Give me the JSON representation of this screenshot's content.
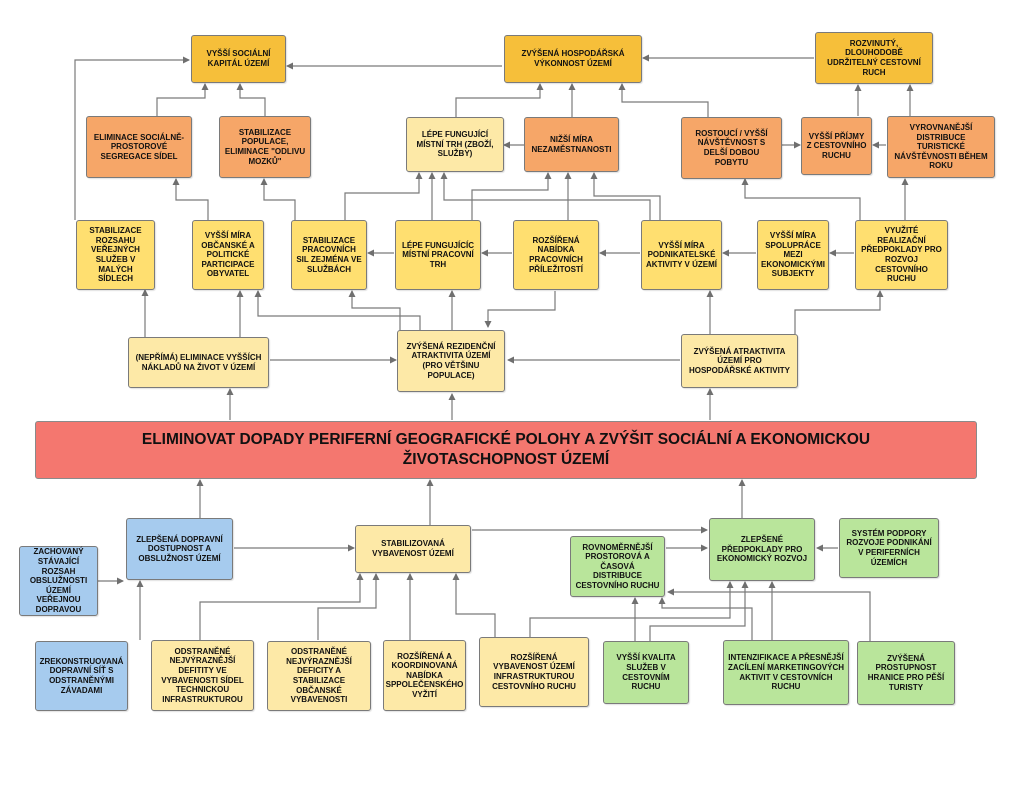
{
  "goal": "ELIMINOVAT DOPADY PERIFERNÍ GEOGRAFICKÉ POLOHY A ZVÝŠIT SOCIÁLNÍ A EKONOMICKOU ŽIVOTASCHOPNOST ÚZEMÍ",
  "top": {
    "social_capital": "VYŠŠÍ SOCIÁLNÍ KAPITÁL ÚZEMÍ",
    "economic_performance": "ZVÝŠENÁ HOSPODÁŘSKÁ VÝKONNOST ÚZEMÍ",
    "tourism_sustainable": "ROZVINUTÝ, DLOUHODOBĚ UDRŽITELNÝ CESTOVNÍ RUCH"
  },
  "second_row": {
    "segregation": "ELIMINACE SOCIÁLNĚ-PROSTOROVÉ SEGREGACE SÍDEL",
    "population": "STABILIZACE POPULACE, ELIMINACE \"ODLIVU MOZKŮ\"",
    "market": "LÉPE FUNGUJÍCÍ MÍSTNÍ TRH (ZBOŽÍ, SLUŽBY)",
    "unemployment": "NIŽŠÍ MÍRA NEZAMĚSTNANOSTI",
    "stay_length": "ROSTOUCÍ / VYŠŠÍ NÁVŠTĚVNOST S DELŠÍ DOBOU POBYTU",
    "tourism_income": "VYŠŠÍ PŘÍJMY Z CESTOVNÍHO RUCHU",
    "seasonality": "VYROVNANĚJŠÍ DISTRIBUCE TURISTICKÉ NÁVŠTĚVNOSTI BĚHEM ROKU"
  },
  "third_row": {
    "public_services": "STABILIZACE ROZSAHU VEŘEJNÝCH SLUŽEB V MALÝCH SÍDLECH",
    "civic": "VYŠŠÍ MÍRA OBČANSKÉ A POLITICKÉ PARTICIPACE OBYVATEL",
    "workforce": "STABILIZACE PRACOVNÍCH SIL ZEJMÉNA VE SLUŽBÁCH",
    "labour_market": "LÉPE FUNGUJÍCÍC MÍSTNÍ PRACOVNÍ TRH",
    "job_offer": "ROZŠÍŘENÁ NABÍDKA PRACOVNÍCH PŘÍLEŽITOSTÍ",
    "entrepreneurship": "VYŠŠÍ MÍRA PODNIKATELSKÉ AKTIVITY V ÚZEMÍ",
    "cooperation": "VYŠŠÍ MÍRA SPOLUPRÁCE MEZI EKONOMICKÝMI SUBJEKTY",
    "tourism_preconditions": "VYUŽITÉ REALIZAČNÍ PŘEDPOKLADY PRO ROZVOJ CESTOVNÍHO RUCHU"
  },
  "fourth_row": {
    "living_costs": "(NEPŘÍMÁ) ELIMINACE VYŠŠÍCH NÁKLADŮ NA ŽIVOT V ÚZEMÍ",
    "residential": "ZVÝŠENÁ REZIDENČNÍ ATRAKTIVITA ÚZEMÍ (PRO VĚTŠINU POPULACE)",
    "business_attractiveness": "ZVÝŠENÁ ATRAKTIVITA ÚZEMÍ PRO HOSPODÁŘSKÉ AKTIVITY"
  },
  "lower": {
    "transport_access": "ZLEPŠENÁ DOPRAVNÍ DOSTUPNOST A OBSLUŽNOST ÚZEMÍ",
    "amenities": "STABILIZOVANÁ VYBAVENOST ÚZEMÍ",
    "tourism_distribution": "ROVNOMĚRNĚJŠÍ PROSTOROVÁ A ČASOVÁ DISTRIBUCE CESTOVNÍHO RUCHU",
    "economic_preconditions": "ZLEPŠENÉ PŘEDPOKLADY PRO EKONOMICKÝ ROZVOJ",
    "business_support": "SYSTÉM PODPORY ROZVOJE PODNIKÁNÍ V PERIFERNÍCH ÚZEMÍCH",
    "public_transport": "ZACHOVANÝ STÁVAJÍCÍ ROZSAH OBSLUŽNOSTI ÚZEMÍ VEŘEJNOU DOPRAVOU"
  },
  "bottom": {
    "road_network": "ZREKONSTRUOVANÁ DOPRAVNÍ SÍŤ S ODSTRANĚNÝMI ZÁVADAMI",
    "tech_infrastructure": "ODSTRANĚNÉ NEJVÝRAZNĚJŠÍ DEFITITY VE VYBAVENOSTI SÍDEL TECHNICKOU INFRASTRUKTUROU",
    "civic_amenities": "ODSTRANĚNÉ NEJVÝRAZNĚJŠÍ DEFICITY A STABILIZACE OBČANSKÉ VYBAVENOSTI",
    "social_life": "ROZŠÍŘENÁ A KOORDINOVANÁ NABÍDKA SPPOLEČENSKÉHO VYŽITÍ",
    "tourism_infrastructure": "ROZŠÍŘENÁ VYBAVENOST ÚZEMÍ INFRASTRUKTUROU CESTOVNÍHO RUCHU",
    "tourism_services": "VYŠŠÍ KVALITA SLUŽEB V CESTOVNÍM RUCHU",
    "marketing": "INTENZIFIKACE A PŘESNĚJŠÍ ZACÍLENÍ MARKETINGOVÝCH AKTIVIT V CESTOVNÍCH RUCHU",
    "border_crossing": "ZVÝŠENÁ PROSTUPNOST HRANICE PRO PĚŠÍ TURISTY"
  },
  "colors": {
    "goal": "#f4776f",
    "top_outcomes": "#f6bf3a",
    "second_row": "#f6a668",
    "third_row": "#ffdf70",
    "fourth_row": "#fde9a7",
    "transport": "#a6cbee",
    "economy_tourism": "#b9e59b",
    "arrow": "#7a7a7a"
  }
}
